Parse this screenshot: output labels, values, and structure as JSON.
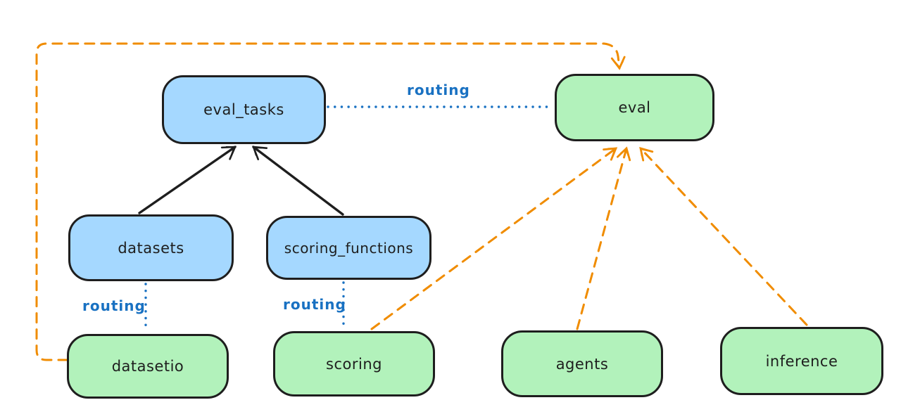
{
  "nodes": [
    {
      "id": "eval_tasks",
      "label": "eval_tasks",
      "fill": "#a5d8ff"
    },
    {
      "id": "eval",
      "label": "eval",
      "fill": "#b2f2bb"
    },
    {
      "id": "datasets",
      "label": "datasets",
      "fill": "#a5d8ff"
    },
    {
      "id": "scoring_functions",
      "label": "scoring_functions",
      "fill": "#a5d8ff"
    },
    {
      "id": "datasetio",
      "label": "datasetio",
      "fill": "#b2f2bb"
    },
    {
      "id": "scoring",
      "label": "scoring",
      "fill": "#b2f2bb"
    },
    {
      "id": "agents",
      "label": "agents",
      "fill": "#b2f2bb"
    },
    {
      "id": "inference",
      "label": "inference",
      "fill": "#b2f2bb"
    }
  ],
  "edges": [
    {
      "from": "datasets",
      "to": "eval_tasks",
      "style": "solid-arrow",
      "color": "#1e1e1e",
      "label": ""
    },
    {
      "from": "scoring_functions",
      "to": "eval_tasks",
      "style": "solid-arrow",
      "color": "#1e1e1e",
      "label": ""
    },
    {
      "from": "eval_tasks",
      "to": "eval",
      "style": "dotted",
      "color": "#1971c2",
      "label": "routing"
    },
    {
      "from": "datasets",
      "to": "datasetio",
      "style": "dotted",
      "color": "#1971c2",
      "label": "routing"
    },
    {
      "from": "scoring_functions",
      "to": "scoring",
      "style": "dotted",
      "color": "#1971c2",
      "label": "routing"
    },
    {
      "from": "datasetio",
      "to": "eval",
      "style": "dashed-arrow",
      "color": "#f08c00",
      "label": ""
    },
    {
      "from": "scoring",
      "to": "eval",
      "style": "dashed-arrow",
      "color": "#f08c00",
      "label": ""
    },
    {
      "from": "agents",
      "to": "eval",
      "style": "dashed-arrow",
      "color": "#f08c00",
      "label": ""
    },
    {
      "from": "inference",
      "to": "eval",
      "style": "dashed-arrow",
      "color": "#f08c00",
      "label": ""
    }
  ],
  "colors": {
    "background": "#ffffff",
    "node_stroke": "#1e1e1e",
    "blue_fill": "#a5d8ff",
    "green_fill": "#b2f2bb",
    "routing_blue": "#1971c2",
    "orange_dash": "#f08c00"
  }
}
